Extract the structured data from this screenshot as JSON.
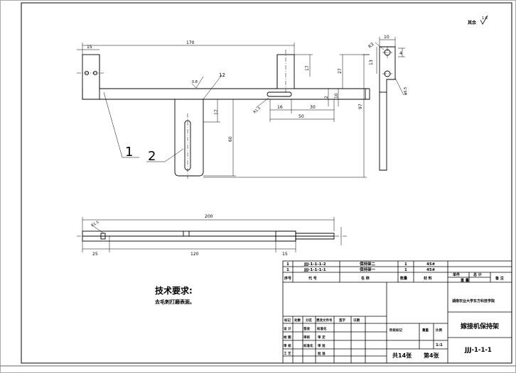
{
  "surface_finish_note": "其余",
  "surface_finish_value": "1.6",
  "dims_front": {
    "overall_length": "170",
    "left_tab": "15",
    "height_17_right": "17",
    "height_27": "27",
    "height_97": "97",
    "offset_2": "2",
    "offset_10": "10",
    "roughness_08": "0.8",
    "angle_12": "12",
    "radius_15": "R1.5",
    "dim_16": "16",
    "dim_30": "30",
    "dim_50": "50",
    "dim_17_left": "17",
    "dim_60": "60"
  },
  "dims_side": {
    "width_10": "10",
    "radius_3": "R3",
    "dim_4": "4",
    "dim_13": "13",
    "hole": "φ6.5"
  },
  "dims_bottom": {
    "overall_200": "200",
    "radius_15": "R1.5",
    "left_25": "25",
    "middle_120": "120",
    "right_15": "15"
  },
  "callouts": [
    "1",
    "2"
  ],
  "tech_req_title": "技术要求:",
  "tech_req_body": "去毛刺打磨表面。",
  "parts_list": [
    {
      "no": "1",
      "code": "JJJ-1-1-1-2",
      "name": "保持架二",
      "qty": "1",
      "material": "45#"
    },
    {
      "no": "1",
      "code": "JJJ-1-1-1-1",
      "name": "保持架一",
      "qty": "1",
      "material": "45#"
    }
  ],
  "parts_header": {
    "no": "序号",
    "code": "代  号",
    "name": "名  称",
    "qty": "数量",
    "material": "材  料",
    "unit_label": "单件",
    "total_label": "总  计",
    "weight": "重  量",
    "remark": "备 注"
  },
  "title_block": {
    "institution": "湖南农业大学东方科技学院",
    "drawing_name": "嫁接机保持架",
    "drawing_no": "JJJ-1-1-1",
    "scale": "1:1",
    "sheets_total": "共14张",
    "sheet_no": "第4张",
    "stage_label": "阶段标记",
    "weight_label": "重量",
    "scale_label": "比例",
    "rev_headers": [
      "标记",
      "处数",
      "分区",
      "更改文件号",
      "签字",
      "日期"
    ],
    "roles": [
      [
        "设 计",
        "签收",
        "标准化"
      ],
      [
        "绘 图",
        "审核",
        "审 定"
      ],
      [
        "审 核",
        "标准化",
        "审 批"
      ],
      [
        "工 艺",
        "",
        "批 准"
      ]
    ]
  }
}
